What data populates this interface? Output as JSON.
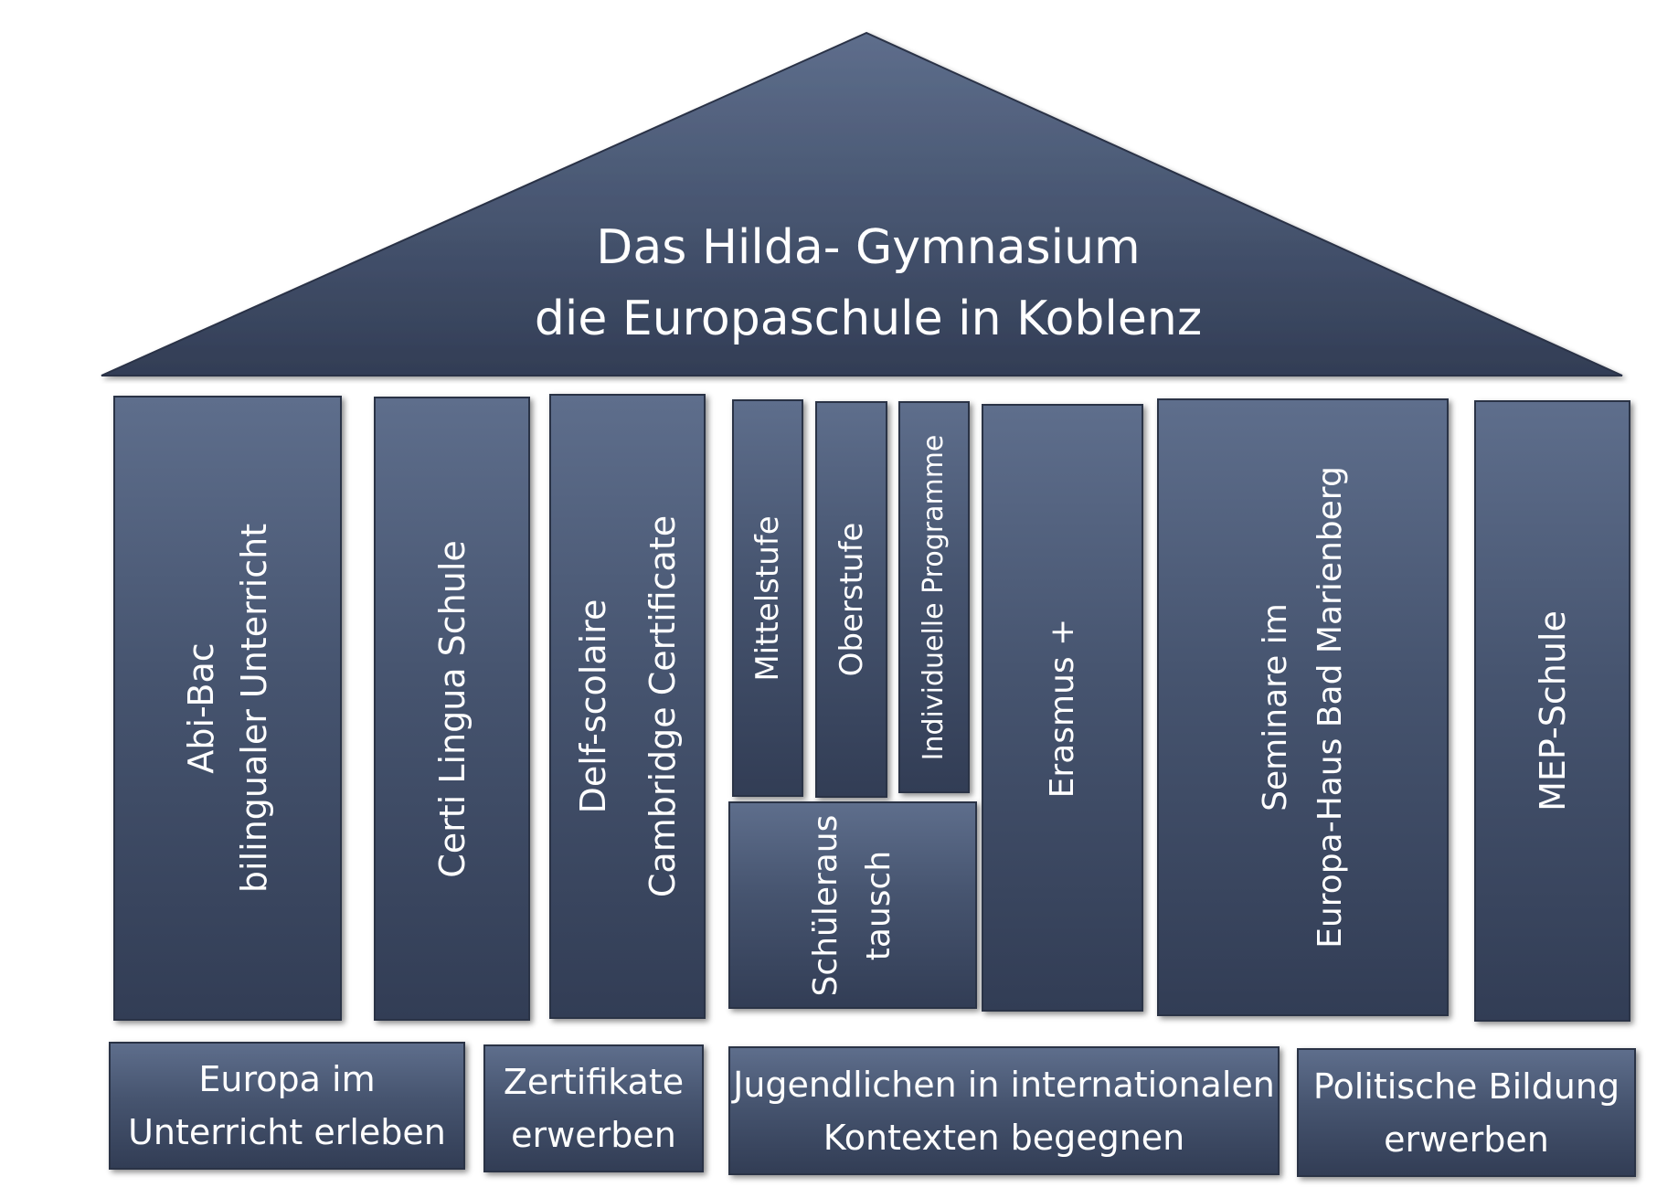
{
  "roof": {
    "line1": "Das Hilda- Gymnasium",
    "line2": "die Europaschule in Koblenz"
  },
  "pillars": {
    "abibac": {
      "line1": "Abi-Bac",
      "line2": "bilingualer Unterricht"
    },
    "certilingua": {
      "line1": "Certi Lingua Schule"
    },
    "delf": {
      "line1": "Delf-scolaire",
      "line2": "Cambridge Certificate"
    },
    "mittelstufe": {
      "line1": "Mittelstufe"
    },
    "oberstufe": {
      "line1": "Oberstufe"
    },
    "individuelle": {
      "line1": "Individuelle Programme"
    },
    "schueleraustausch": {
      "line1": "Schüleraus",
      "line2": "tausch"
    },
    "erasmus": {
      "line1": "Erasmus +"
    },
    "seminare": {
      "line1": "Seminare im",
      "line2": "Europa-Haus Bad Marienberg"
    },
    "mep": {
      "line1": "MEP-Schule"
    }
  },
  "foundations": {
    "europa": {
      "line1": "Europa im",
      "line2": "Unterricht erleben"
    },
    "zertifikate": {
      "line1": "Zertifikate",
      "line2": "erwerben"
    },
    "jugendlichen": {
      "line1": "Jugendlichen in internationalen",
      "line2": "Kontexten begegnen"
    },
    "politische": {
      "line1": "Politische Bildung",
      "line2": "erwerben"
    }
  }
}
